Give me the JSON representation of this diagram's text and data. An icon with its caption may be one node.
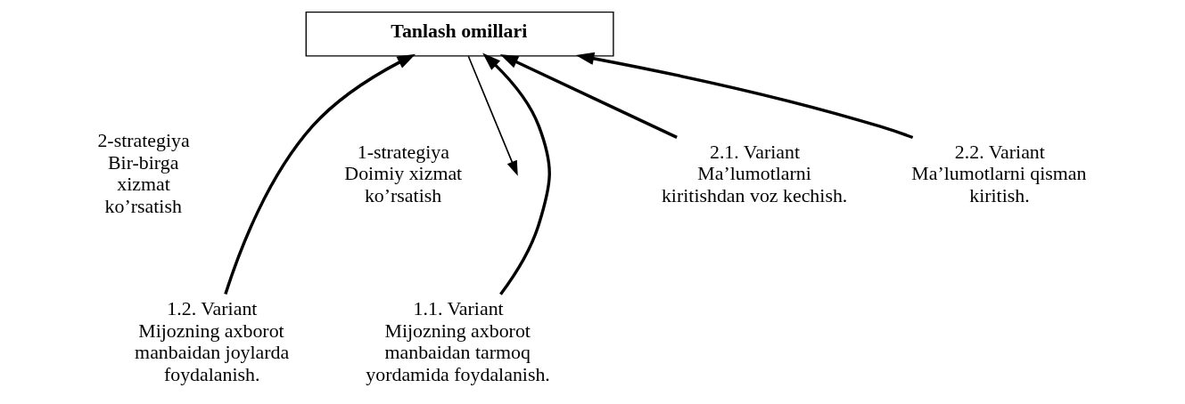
{
  "diagram": {
    "nodes": [
      {
        "text": [
          "Tanlash omillari"
        ]
      },
      {
        "text": [
          "1.1. Variant",
          "Mijozning axborot manbaidan tarmoq yordamida foydalanish."
        ]
      },
      {
        "text": [
          "1.2. Variant",
          "Mijozning axborot manbaidan joylarda foydalanish."
        ]
      },
      {
        "text": [
          "2.1. Variant",
          "Ma’lumotlarni kiritishdan voz kechish."
        ]
      },
      {
        "text": [
          "2.2. Variant",
          "Ma’lumotlarni qisman kiritish."
        ]
      }
    ],
    "edges": [
      {
        "from": 1,
        "to": 0,
        "arrow": "to"
      },
      {
        "from": 2,
        "to": 0,
        "arrow": "to"
      },
      {
        "from": 3,
        "to": 0,
        "arrow": "to"
      },
      {
        "from": 4,
        "to": 0,
        "arrow": "to"
      },
      {
        "from": 0,
        "to": null,
        "arrow": "to"
      }
    ],
    "labels": [
      "1-strategiya Doimiy xizmat ko’rsatish",
      "2-strategiya Bir-birga xizmat ko’rsatish"
    ]
  }
}
